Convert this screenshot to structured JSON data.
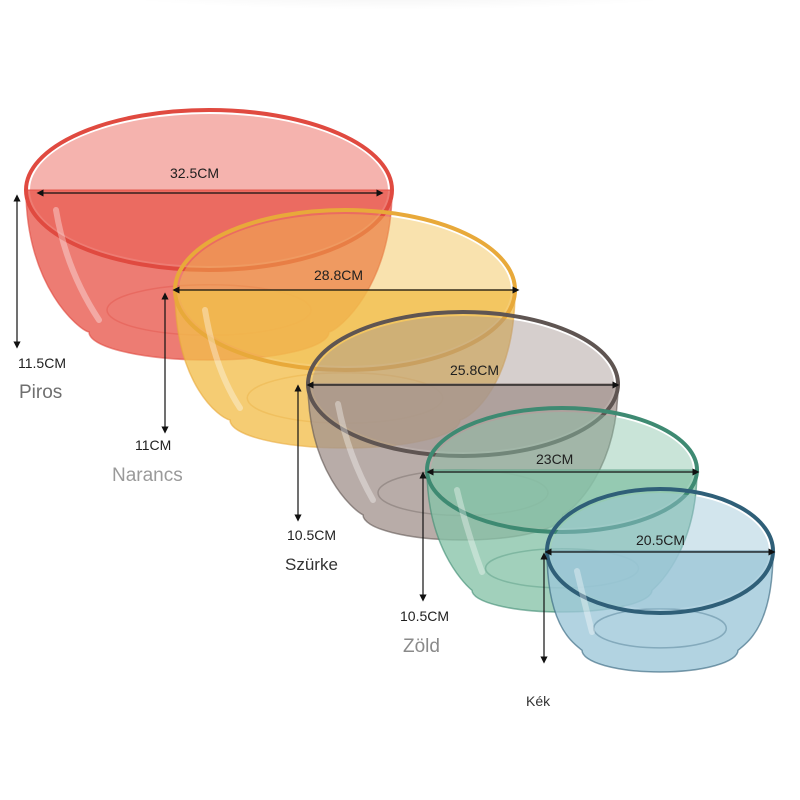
{
  "bowls": [
    {
      "diameter": "32.5CM",
      "height": "11.5CM",
      "name": "Piros",
      "color": "#e8574c",
      "rim": "#e04a40",
      "name_color": "#6f6f6f"
    },
    {
      "diameter": "28.8CM",
      "height": "11CM",
      "name": "Narancs",
      "color": "#f2be4c",
      "rim": "#e8a93a",
      "name_color": "#9a9a9a"
    },
    {
      "diameter": "25.8CM",
      "height": "10.5CM",
      "name": "Szürke",
      "color": "#a49590",
      "rim": "#5f5552",
      "name_color": "#333333"
    },
    {
      "diameter": "23CM",
      "height": "10.5CM",
      "name": "Zöld",
      "color": "#87c3a8",
      "rim": "#3e8a72",
      "name_color": "#8a8a8a"
    },
    {
      "diameter": "20.5CM",
      "height": "",
      "name": "Kék",
      "color": "#9cc6d8",
      "rim": "#2f5f78",
      "name_color": "#333333"
    }
  ]
}
